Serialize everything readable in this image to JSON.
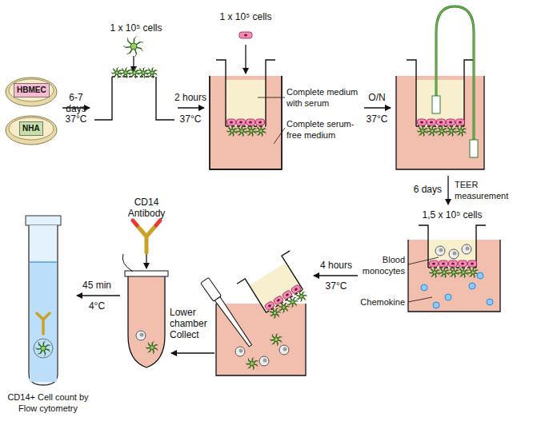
{
  "diagram": {
    "nodes": [
      {
        "text": [
          "HBMEC"
        ]
      },
      {
        "text": [
          "NHA"
        ]
      },
      {
        "text": [
          "CD14+ Cell count by Flow cytometry"
        ]
      }
    ],
    "labels": [
      "1 x 10⁵ cells",
      "6-7 days",
      "37°C",
      "2 hours",
      "37°C",
      "1 x 10⁵ cells",
      "Complete medium with serum",
      "Complete serum-free medium",
      "O/N",
      "37°C",
      "6 days",
      "TEER measurement",
      "1,5 x 10⁵ cells",
      "Blood monocytes",
      "Chemokine",
      "4 hours",
      "37°C",
      "Lower chamber Collect",
      "CD14 Antibody",
      "45 min",
      "4°C"
    ]
  }
}
